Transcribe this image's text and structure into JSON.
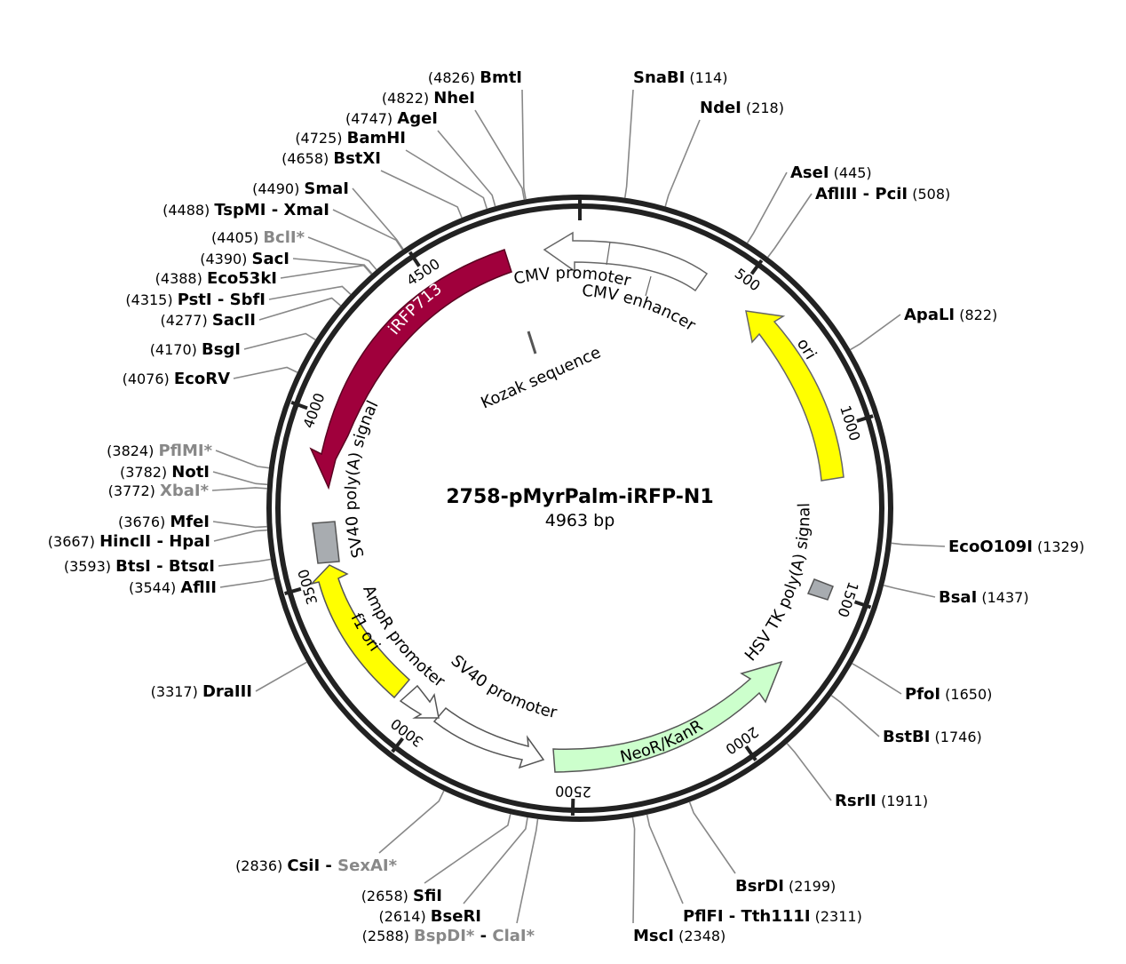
{
  "plasmid": {
    "name": "2758-pMyrPalm-iRFP-N1",
    "size_label": "4963 bp",
    "length": 4963
  },
  "colors": {
    "backbone": "#222222",
    "iRFP713": "#a0003c",
    "ori": "#ffff00",
    "f1_ori": "#ffff00",
    "NeoR": "#ccffcc",
    "promoter": "#ffffff",
    "polyA": "#a8acb0",
    "leader": "#888888"
  },
  "ticks": [
    {
      "pos": 500,
      "label": "500"
    },
    {
      "pos": 1000,
      "label": "1000"
    },
    {
      "pos": 1500,
      "label": "1500"
    },
    {
      "pos": 2000,
      "label": "2000"
    },
    {
      "pos": 2500,
      "label": "2500"
    },
    {
      "pos": 3000,
      "label": "3000"
    },
    {
      "pos": 3500,
      "label": "3500"
    },
    {
      "pos": 4000,
      "label": "4000"
    },
    {
      "pos": 4500,
      "label": "4500"
    }
  ],
  "features": {
    "cmv_promoter": "CMV promoter",
    "cmv_enhancer": "CMV enhancer",
    "kozak": "Kozak sequence",
    "irfp": "iRFP713",
    "sv40_polya": "SV40 poly(A) signal",
    "ori": "ori",
    "hsv_polya": "HSV TK poly(A) signal",
    "neor": "NeoR/KanR",
    "sv40_promoter": "SV40 promoter",
    "ampr_promoter": "AmpR promoter",
    "f1_ori": "f1 ori"
  },
  "sites": [
    {
      "pos_label": "(114)",
      "name": "SnaBI",
      "pos": 114
    },
    {
      "pos_label": "(218)",
      "name": "NdeI",
      "pos": 218
    },
    {
      "pos_label": "(445)",
      "name": "AseI",
      "pos": 445
    },
    {
      "pos_label": "(508)",
      "name": "AflIII",
      "name2": "PciI",
      "pos": 508
    },
    {
      "pos_label": "(822)",
      "name": "ApaLI",
      "pos": 822
    },
    {
      "pos_label": "(1329)",
      "name": "EcoO109I",
      "pos": 1329
    },
    {
      "pos_label": "(1437)",
      "name": "BsaI",
      "pos": 1437
    },
    {
      "pos_label": "(1650)",
      "name": "PfoI",
      "pos": 1650
    },
    {
      "pos_label": "(1746)",
      "name": "BstBI",
      "pos": 1746
    },
    {
      "pos_label": "(1911)",
      "name": "RsrII",
      "pos": 1911
    },
    {
      "pos_label": "(2199)",
      "name": "BsrDI",
      "pos": 2199
    },
    {
      "pos_label": "(2311)",
      "name": "PflFI",
      "name2": "Tth111I",
      "pos": 2311
    },
    {
      "pos_label": "(2348)",
      "name": "MscI",
      "pos": 2348
    },
    {
      "pos_label": "(2588)",
      "name": "BspDI*",
      "name2": "ClaI*",
      "gray": true,
      "gray2": true,
      "pos": 2588
    },
    {
      "pos_label": "(2614)",
      "name": "BseRI",
      "pos": 2614
    },
    {
      "pos_label": "(2658)",
      "name": "SfiI",
      "pos": 2658
    },
    {
      "pos_label": "(2836)",
      "name": "CsiI",
      "name2": "SexAI*",
      "gray2": true,
      "pos": 2836
    },
    {
      "pos_label": "(3317)",
      "name": "DraIII",
      "pos": 3317
    },
    {
      "pos_label": "(3544)",
      "name": "AflII",
      "pos": 3544
    },
    {
      "pos_label": "(3593)",
      "name": "BtsI",
      "name2": "BtsαI",
      "pos": 3593
    },
    {
      "pos_label": "(3667)",
      "name": "HincII",
      "name2": "HpaI",
      "pos": 3667
    },
    {
      "pos_label": "(3676)",
      "name": "MfeI",
      "pos": 3676
    },
    {
      "pos_label": "(3772)",
      "name": "XbaI*",
      "gray": true,
      "pos": 3772
    },
    {
      "pos_label": "(3782)",
      "name": "NotI",
      "pos": 3782
    },
    {
      "pos_label": "(3824)",
      "name": "PflMI*",
      "gray": true,
      "pos": 3824
    },
    {
      "pos_label": "(4076)",
      "name": "EcoRV",
      "pos": 4076
    },
    {
      "pos_label": "(4170)",
      "name": "BsgI",
      "pos": 4170
    },
    {
      "pos_label": "(4277)",
      "name": "SacII",
      "pos": 4277
    },
    {
      "pos_label": "(4315)",
      "name": "PstI",
      "name2": "SbfI",
      "pos": 4315
    },
    {
      "pos_label": "(4388)",
      "name": "Eco53kI",
      "pos": 4388
    },
    {
      "pos_label": "(4390)",
      "name": "SacI",
      "pos": 4390
    },
    {
      "pos_label": "(4405)",
      "name": "BclI*",
      "gray": true,
      "pos": 4405
    },
    {
      "pos_label": "(4488)",
      "name": "TspMI",
      "name2": "XmaI",
      "pos": 4488
    },
    {
      "pos_label": "(4490)",
      "name": "SmaI",
      "pos": 4490
    },
    {
      "pos_label": "(4658)",
      "name": "BstXI",
      "pos": 4658
    },
    {
      "pos_label": "(4725)",
      "name": "BamHI",
      "pos": 4725
    },
    {
      "pos_label": "(4747)",
      "name": "AgeI",
      "pos": 4747
    },
    {
      "pos_label": "(4822)",
      "name": "NheI",
      "pos": 4822
    },
    {
      "pos_label": "(4826)",
      "name": "BmtI",
      "pos": 4826
    }
  ],
  "separator": "-"
}
